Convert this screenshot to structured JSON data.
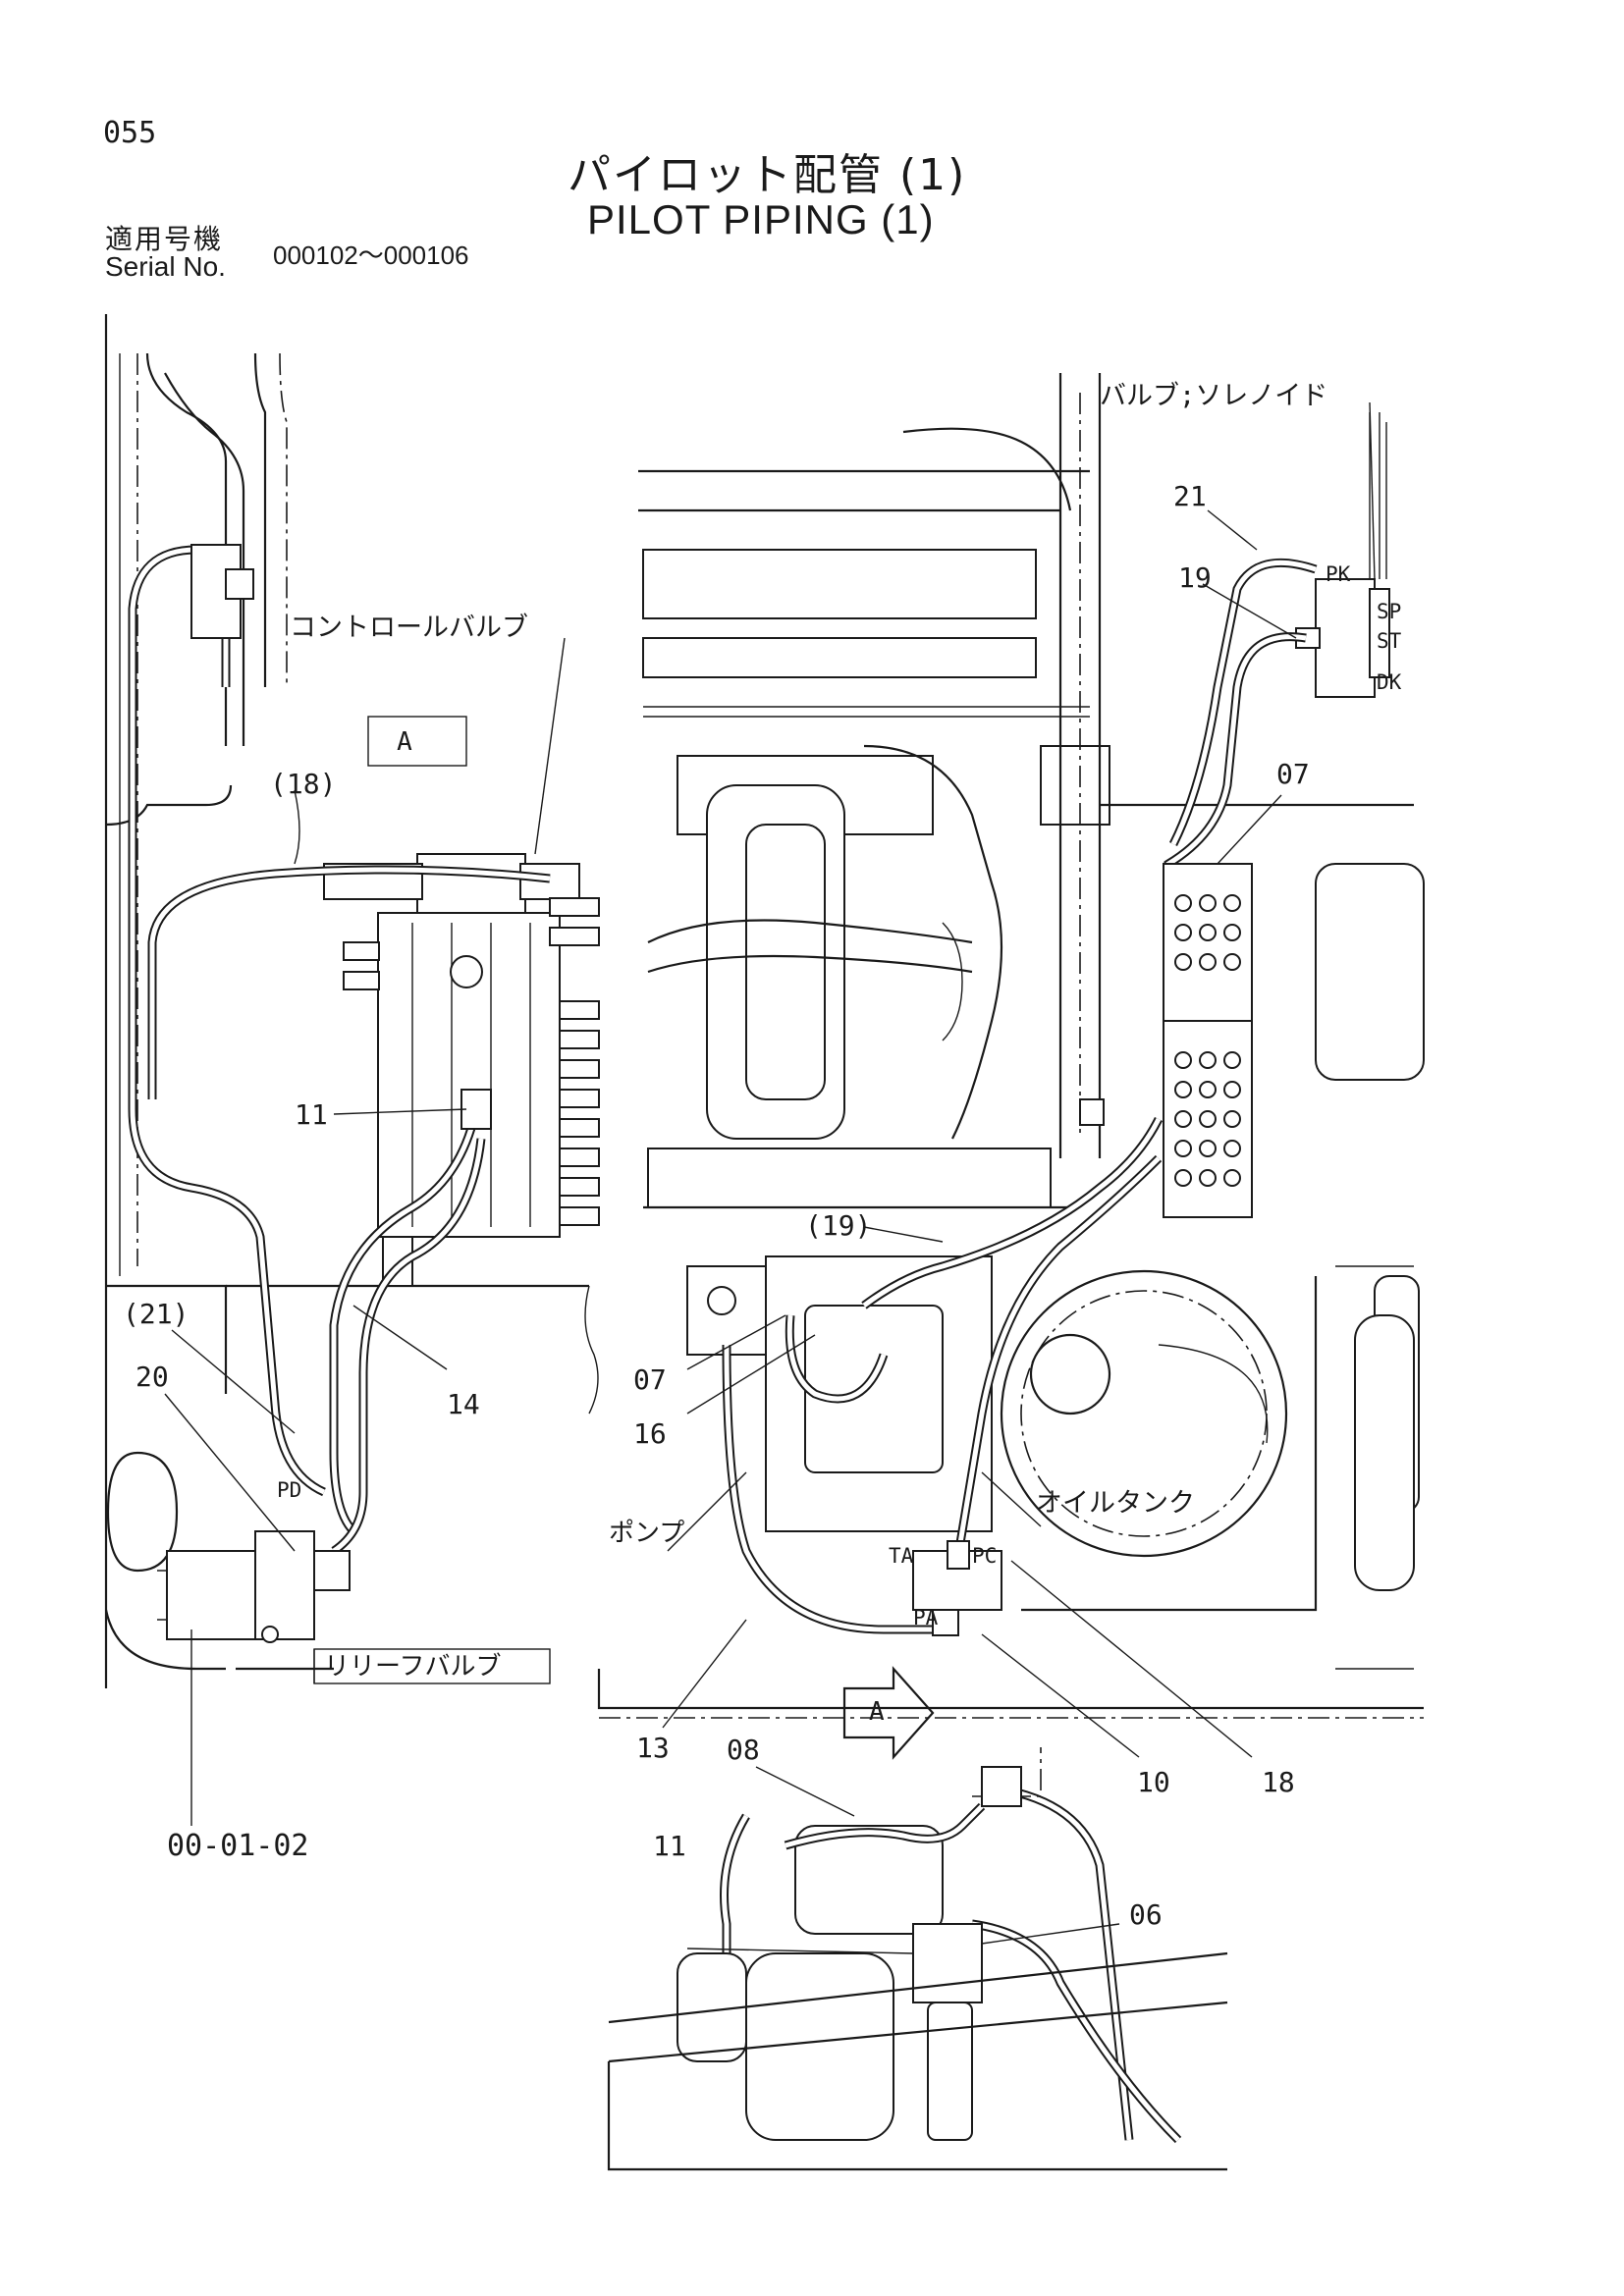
{
  "page": {
    "number": "055"
  },
  "title": {
    "jp": "パイロット配管 (1)",
    "en": "PILOT PIPING (1)"
  },
  "serial": {
    "label_jp": "適用号機",
    "label_en": "Serial No.",
    "range": "000102～000106"
  },
  "callouts": {
    "solenoid_valve": "バルブ;ソレノイド",
    "control_valve": "コントロールバルブ",
    "view_a_box": "A",
    "view_a_arrow": "A",
    "pump": "ポンプ",
    "oil_tank": "オイルタンク",
    "relief_valve": "リリーフバルブ",
    "ref_page": "00-01-02"
  },
  "ports": {
    "pk": "PK",
    "sp": "SP",
    "st": "ST",
    "dk": "DK",
    "pd": "PD",
    "ta": "TA",
    "pc": "PC",
    "pa": "PA"
  },
  "parts": {
    "p21": "21",
    "p19": "19",
    "p07a": "07",
    "p18ref": "(18)",
    "p11a": "11",
    "p19ref": "(19)",
    "p21ref": "(21)",
    "p20": "20",
    "p14": "14",
    "p07b": "07",
    "p16": "16",
    "p13": "13",
    "p10": "10",
    "p18": "18",
    "p08": "08",
    "p11b": "11",
    "p06": "06"
  }
}
